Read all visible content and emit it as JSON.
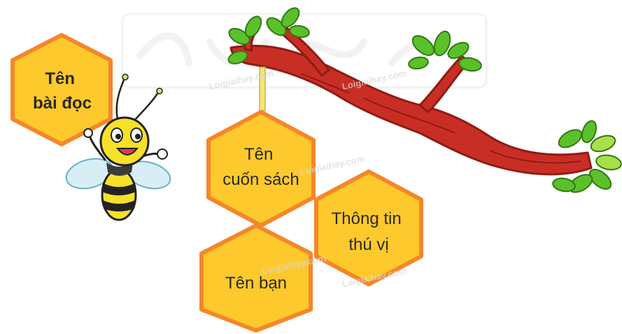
{
  "hexagons": {
    "ten_bai_doc": {
      "lines": [
        "Tên",
        "bài đọc"
      ]
    },
    "ten_cuon_sach": {
      "lines": [
        "Tên",
        "cuốn sách"
      ]
    },
    "thong_tin_thu_vi": {
      "lines": [
        "Thông tin",
        "thú vị"
      ]
    },
    "ten_ban": {
      "lines": [
        "Tên bạn"
      ]
    }
  },
  "watermarks": [
    "Loigiaihay.com",
    "Loigiaihay.com",
    "Loigiaihay.com",
    "Loigiaihay.com",
    "Loigiaihay.com"
  ],
  "colors": {
    "hex_fill": "#fdc92c",
    "hex_stroke": "#f5862a",
    "branch": "#c92e25",
    "branch_dark": "#8e1c14",
    "leaf": "#5cc02a",
    "leaf_light": "#a8e04a",
    "bee_yellow": "#f7e02a",
    "bee_black": "#222222",
    "wing": "#d7eef7"
  },
  "icons": [
    "bee-icon",
    "branch-icon",
    "leaf-icon"
  ]
}
